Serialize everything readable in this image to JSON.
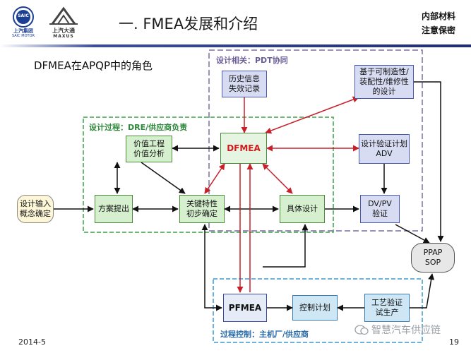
{
  "header": {
    "title": "一. FMEA发展和介绍",
    "confidential_line1": "内部材料",
    "confidential_line2": "注意保密",
    "logo_saic_cn": "上汽集团",
    "logo_saic_en": "SAIC MOTOR",
    "logo_saic_mark": "SAIC",
    "logo_maxus_cn": "上汽大通",
    "logo_maxus_en": "MAXUS"
  },
  "subtitle": "DFMEA在APQP中的角色",
  "regions": {
    "pdt": "设计相关：PDT协同",
    "dre": "设计过程：DRE/供应商负责",
    "plant": "过程控制：主机厂/供应商"
  },
  "nodes": {
    "history": "历史信息\n失效记录",
    "dfm": "基于可制造性/\n装配性/维修性\n的设计",
    "value_eng": "价值工程\n价值分析",
    "dfmea": "DFMEA",
    "dvp": "设计验证计划\nADV",
    "design_input": "设计输入\n概念确定",
    "concept": "方案提出",
    "key_char": "关键特性\n初步确定",
    "detail_design": "具体设计",
    "dvpv": "DV/PV\n验证",
    "ppap": "PPAP\nSOP",
    "pfmea": "PFMEA",
    "control_plan": "控制计划",
    "process_validation": "工艺验证\n试生产"
  },
  "footer": {
    "date": "2014-5",
    "page": "19",
    "watermark": "智慧汽车供应链"
  },
  "colors": {
    "title_bar": "#2b3a8c",
    "green_region": "#3aa04a",
    "purple_region": "#7a6ea0",
    "cyan_region": "#3a9ad0",
    "red_arrow": "#c8202a",
    "black_arrow": "#111111"
  }
}
